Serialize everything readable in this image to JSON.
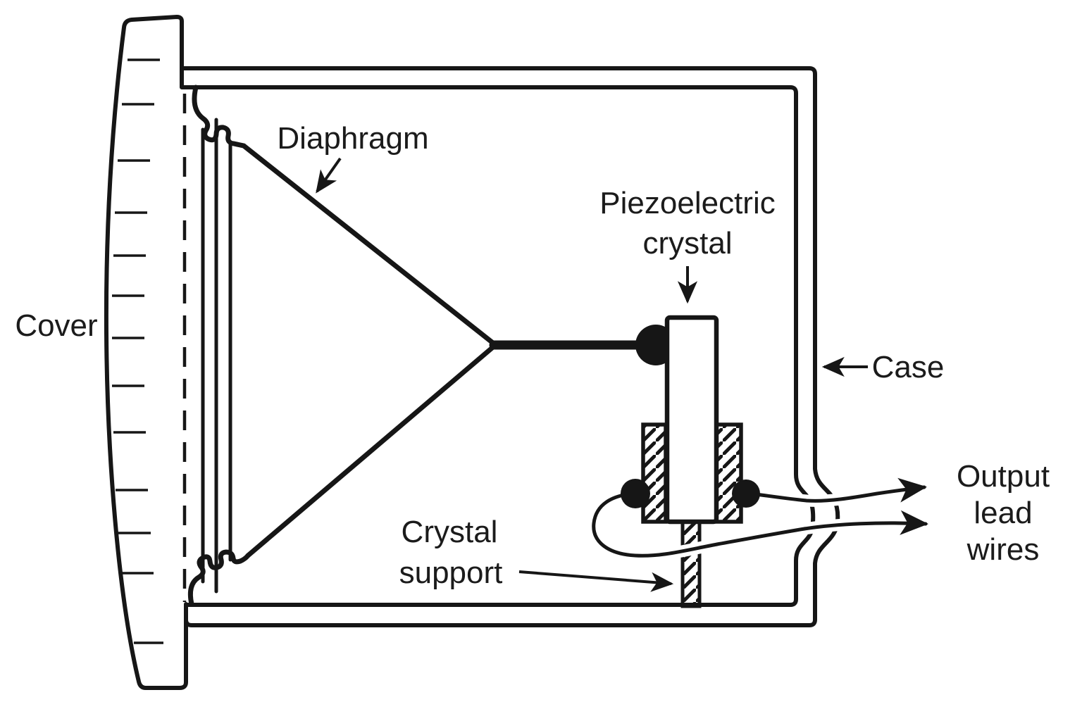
{
  "diagram": {
    "kind": "cross-section line diagram",
    "labels": {
      "cover": "Cover",
      "diaphragm": "Diaphragm",
      "piezo_line1": "Piezoelectric",
      "piezo_line2": "crystal",
      "case": "Case",
      "support_line1": "Crystal",
      "support_line2": "support",
      "output_line1": "Output",
      "output_line2": "lead",
      "output_line3": "wires"
    },
    "colors": {
      "ink": "#161616",
      "background": "#ffffff"
    }
  }
}
